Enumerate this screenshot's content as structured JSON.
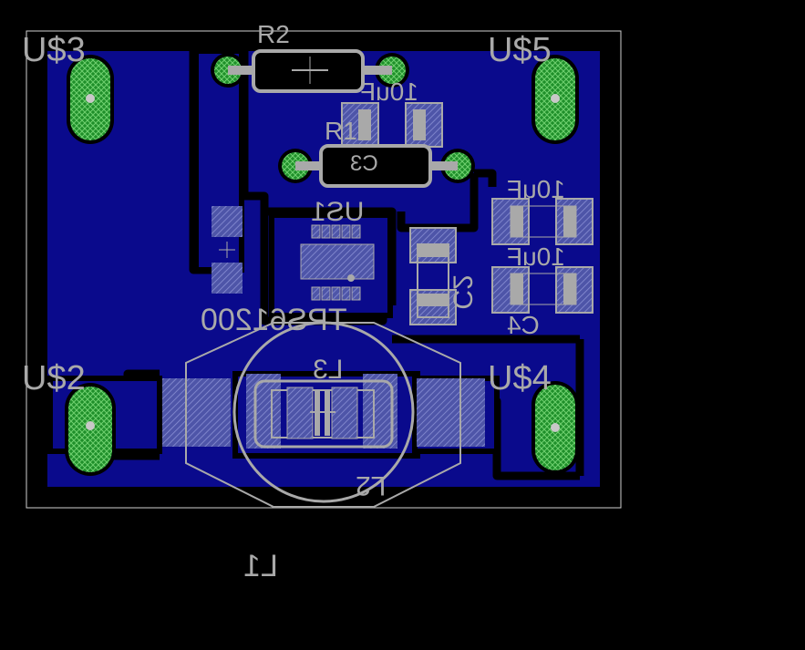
{
  "board": {
    "colors": {
      "background": "#000000",
      "copper": "#0a0a8c",
      "silkscreen": "#a9a9a9",
      "pad_copper": "#1f8f2a",
      "smd_pad": "#5b63b5",
      "outline": "#cfcfcf"
    }
  },
  "labels": {
    "u3": "U$3",
    "u5": "U$5",
    "u2": "U$2",
    "u4": "U$4",
    "r2": "R2",
    "r1": "R1",
    "c3": "C3",
    "us1": "US1",
    "tps": "TPS61200",
    "c2": "C2",
    "c4": "C4",
    "val_10uf_top": "10uF",
    "val_10uf_right1": "10uF",
    "val_10uf_right2": "10uF",
    "l3": "L3",
    "l2": "L2",
    "l1": "L1"
  }
}
